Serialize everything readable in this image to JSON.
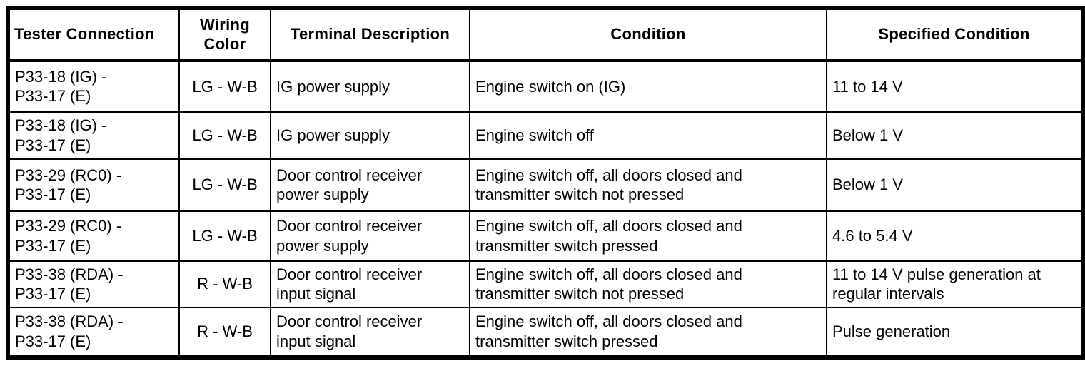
{
  "table": {
    "colors": {
      "border": "#000000",
      "text": "#000000",
      "background": "#ffffff"
    },
    "headers": [
      "Tester Connection",
      "Wiring\nColor",
      "Terminal Description",
      "Condition",
      "Specified Condition"
    ],
    "rows": [
      {
        "tester_connection": "P33-18 (IG) -\nP33-17 (E)",
        "wiring_color": "LG - W-B",
        "terminal_description": "IG power supply",
        "condition": "Engine switch on (IG)",
        "specified_condition": "11 to 14 V"
      },
      {
        "tester_connection": "P33-18 (IG) -\nP33-17 (E)",
        "wiring_color": "LG - W-B",
        "terminal_description": "IG power supply",
        "condition": "Engine switch off",
        "specified_condition": "Below 1 V"
      },
      {
        "tester_connection": "P33-29 (RC0) -\nP33-17 (E)",
        "wiring_color": "LG - W-B",
        "terminal_description": "Door control receiver\npower supply",
        "condition": "Engine switch off, all doors closed and\ntransmitter switch not pressed",
        "specified_condition": "Below 1 V"
      },
      {
        "tester_connection": "P33-29 (RC0) -\nP33-17 (E)",
        "wiring_color": "LG - W-B",
        "terminal_description": "Door control receiver\npower supply",
        "condition": "Engine switch off, all doors closed and\ntransmitter switch pressed",
        "specified_condition": "4.6 to 5.4 V"
      },
      {
        "tester_connection": "P33-38 (RDA) -\nP33-17 (E)",
        "wiring_color": "R - W-B",
        "terminal_description": "Door control receiver\ninput signal",
        "condition": "Engine switch off, all doors closed and\ntransmitter switch not pressed",
        "specified_condition": "11 to 14 V pulse generation at\nregular intervals"
      },
      {
        "tester_connection": "P33-38 (RDA) -\nP33-17 (E)",
        "wiring_color": "R - W-B",
        "terminal_description": "Door control receiver\ninput signal",
        "condition": "Engine switch off, all doors closed and\ntransmitter switch pressed",
        "specified_condition": "Pulse generation"
      }
    ]
  }
}
